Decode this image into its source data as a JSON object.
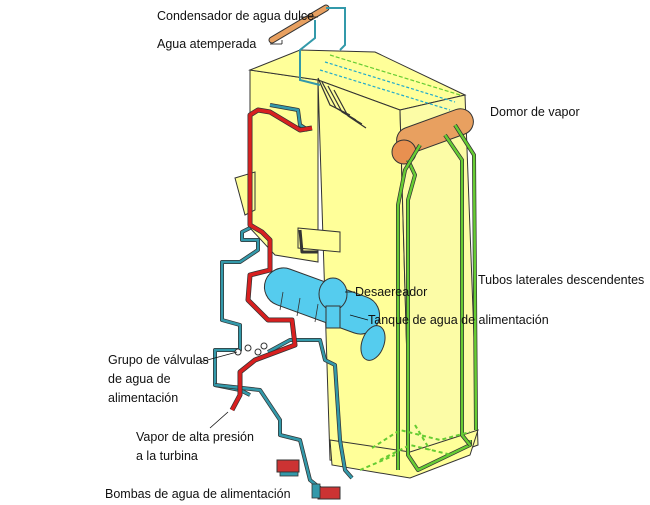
{
  "labels": {
    "condenser": "Condensador de agua dulce",
    "tempered_water": "Agua atemperada",
    "steam_drum": "Domor de vapor",
    "side_tubes": "Tubos laterales descendentes",
    "deaerator": "Desaereador",
    "feed_tank": "Tanque de agua de alimentación",
    "valve_group_1": "Grupo de válvulas",
    "valve_group_2": "de agua de",
    "valve_group_3": "alimentación",
    "hp_steam_1": "Vapor de alta presión",
    "hp_steam_2": "a la turbina",
    "pumps": "Bombas de agua de alimentación"
  },
  "colors": {
    "boiler_fill": "#ffff99",
    "outline": "#333333",
    "water_pipe": "#3399aa",
    "steam_pipe": "#d82020",
    "tube_green": "#66cc33",
    "tank_fill": "#55ccee",
    "drum_fill": "#e8a060",
    "pump_fill": "#cc3333",
    "dotted_water": "#22aacc"
  }
}
